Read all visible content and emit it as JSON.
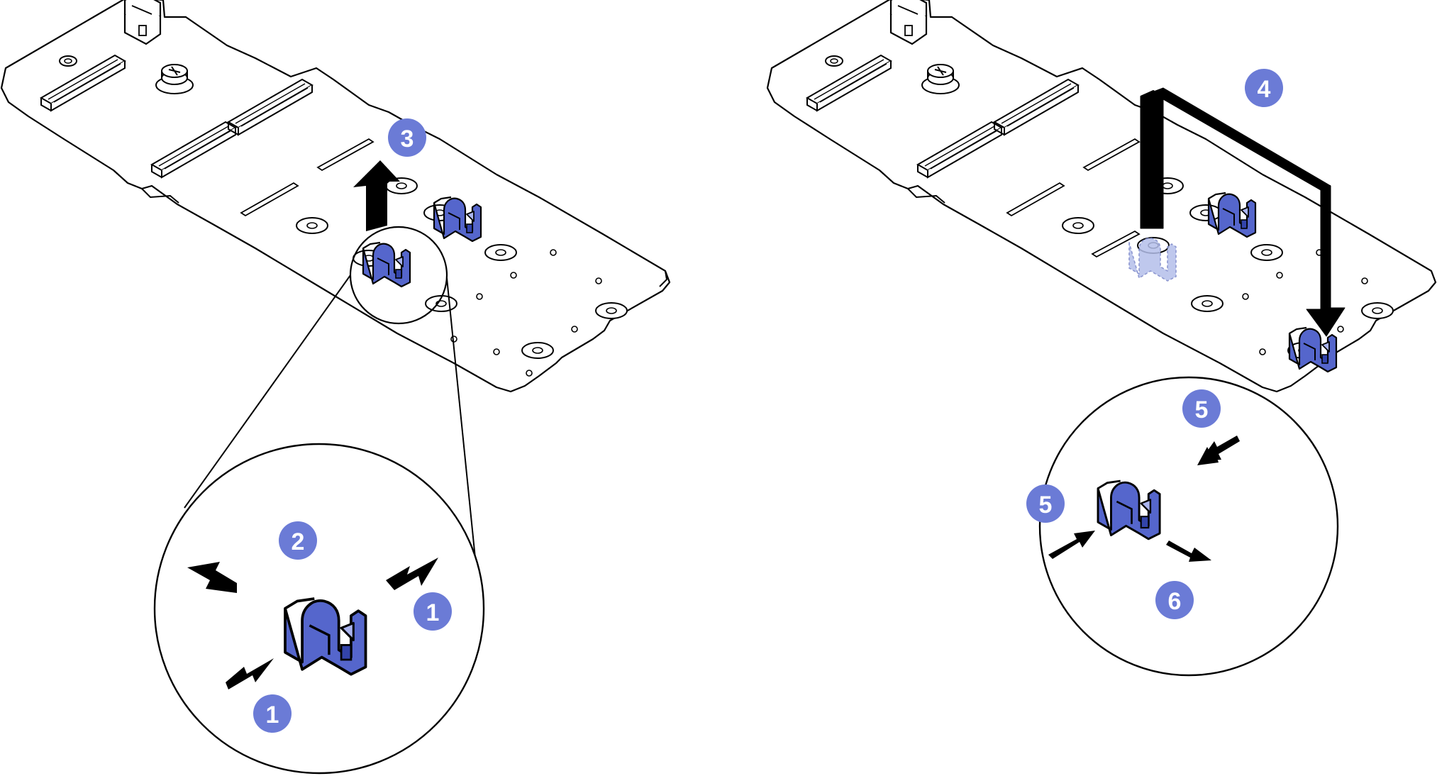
{
  "colors": {
    "line": "#000000",
    "board_fill": "#ffffff",
    "retainer": "#5566cc",
    "retainer_dark": "#3344aa",
    "retainer_ghost": "#b4bfea",
    "badge": "#6b7bd6",
    "badge_text": "#ffffff",
    "background": "#ffffff"
  },
  "icons": {
    "arrow": "arrow-icon",
    "retainer": "retainer-clip-icon",
    "board": "m2-adapter-board-icon"
  },
  "steps": {
    "s1a": "1",
    "s1b": "1",
    "s2": "2",
    "s3": "3",
    "s4": "4",
    "s5a": "5",
    "s5b": "5",
    "s6": "6"
  }
}
